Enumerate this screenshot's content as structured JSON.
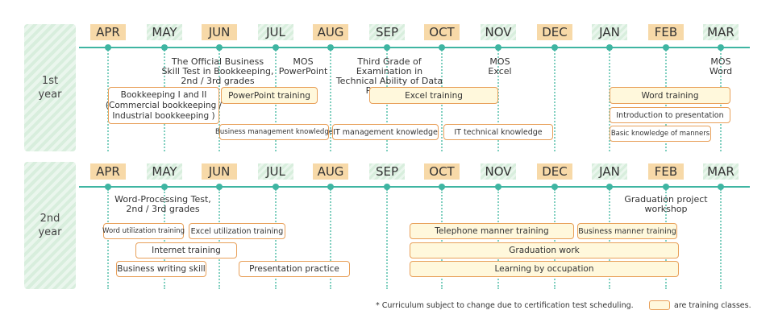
{
  "months": [
    "APR",
    "MAY",
    "JUN",
    "JUL",
    "AUG",
    "SEP",
    "OCT",
    "NOV",
    "DEC",
    "JAN",
    "FEB",
    "MAR"
  ],
  "year1": {
    "label": "1st year",
    "highlight": [
      "or",
      "gr",
      "or",
      "gr",
      "or",
      "gr",
      "or",
      "gr",
      "or",
      "gr",
      "or",
      "gr"
    ],
    "notes": {
      "bookkeeping_test": "The Official Business Skill Test in Bookkeeping, 2nd / 3rd grades",
      "mos_powerpoint": "MOS PowerPoint",
      "third_grade_exam": "Third Grade of Examination in Technical Ability of Data Processing",
      "mos_excel": "MOS Excel",
      "mos_word": "MOS Word"
    },
    "classes": {
      "bookkeeping_line1": "Bookkeeping I and II",
      "bookkeeping_line2": "(Commercial bookkeeping /",
      "bookkeeping_line3": "Industrial bookkeeping )",
      "powerpoint_training": "PowerPoint training",
      "excel_training": "Excel training",
      "word_training": "Word training",
      "intro_presentation": "Introduction to presentation",
      "basic_manners": "Basic knowledge of manners",
      "business_mgmt": "Business management knowledge",
      "it_mgmt": "IT management knowledge",
      "it_tech": "IT technical knowledge"
    }
  },
  "year2": {
    "label": "2nd year",
    "highlight": [
      "or",
      "gr",
      "or",
      "gr",
      "or",
      "gr",
      "or",
      "gr",
      "or",
      "gr",
      "or",
      "gr"
    ],
    "notes": {
      "word_processing_test": "Word-Processing Test, 2nd / 3rd grades",
      "graduation_workshop": "Graduation project workshop"
    },
    "classes": {
      "word_utilization": "Word utilization training",
      "excel_utilization": "Excel utilization training",
      "internet_training": "Internet training",
      "business_writing": "Business writing skill",
      "presentation_practice": "Presentation practice",
      "telephone_manner": "Telephone manner training",
      "business_manner": "Business manner training",
      "graduation_work": "Graduation work",
      "learning_by_occupation": "Learning by occupation"
    }
  },
  "footer": {
    "note": "* Curriculum subject to change due to certification test scheduling.",
    "legend": "are training classes."
  },
  "colors": {
    "teal": "#3fb5a2",
    "orange": "#e8a05a",
    "orange_fill": "#f7d9a8",
    "green_fill": "#d8eedd"
  }
}
